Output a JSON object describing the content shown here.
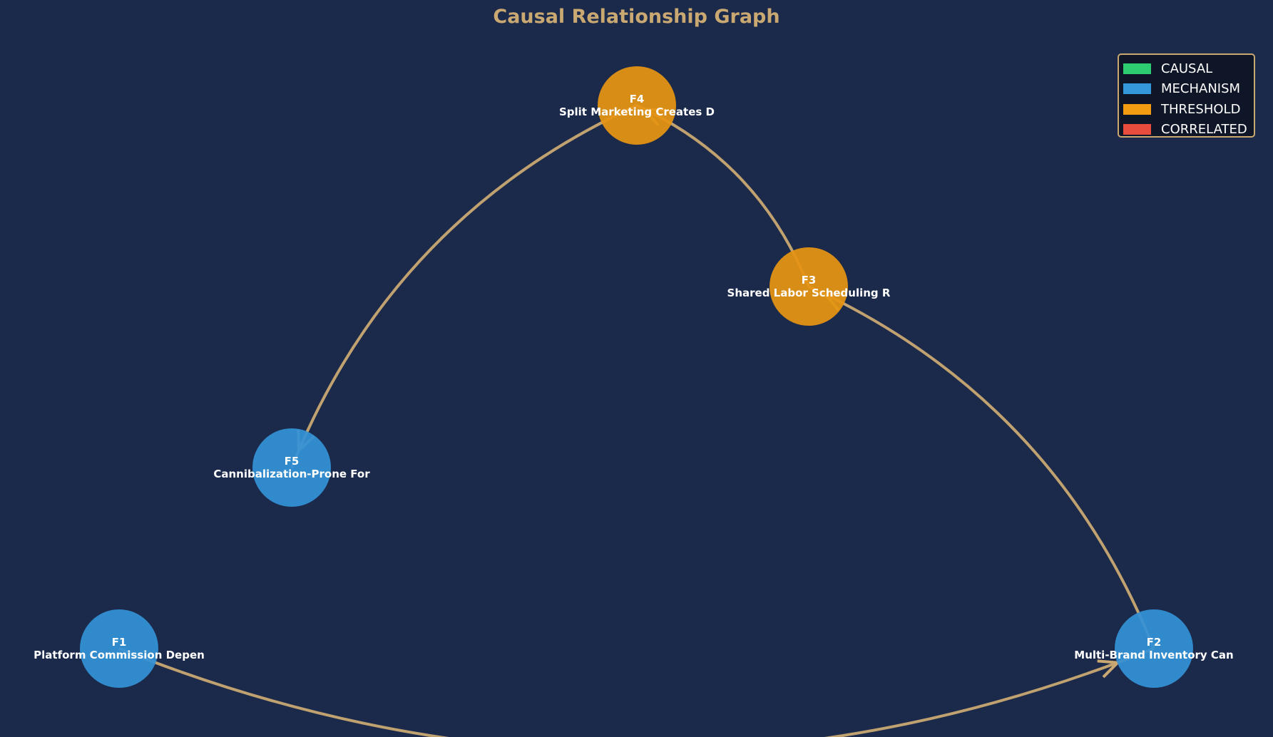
{
  "title": "Causal Relationship Graph",
  "colors": {
    "background": "#1b294a",
    "edge": "#c9a872",
    "mechanism": "#3391d6",
    "threshold": "#e69512",
    "legend_bg": "#0f1628",
    "legend_border": "#c9a872",
    "text": "#ffffff"
  },
  "legend": [
    {
      "label": "CAUSAL",
      "color": "#2ecc71"
    },
    {
      "label": "MECHANISM",
      "color": "#3498db"
    },
    {
      "label": "THRESHOLD",
      "color": "#f39c12"
    },
    {
      "label": "CORRELATED",
      "color": "#e74c3c"
    }
  ],
  "nodes": [
    {
      "id": "F1",
      "label": "Platform Commission Depen",
      "type": "MECHANISM"
    },
    {
      "id": "F2",
      "label": "Multi-Brand Inventory Can",
      "type": "MECHANISM"
    },
    {
      "id": "F3",
      "label": "Shared Labor Scheduling R",
      "type": "THRESHOLD"
    },
    {
      "id": "F4",
      "label": "Split Marketing Creates D",
      "type": "THRESHOLD"
    },
    {
      "id": "F5",
      "label": "Cannibalization-Prone For",
      "type": "MECHANISM"
    }
  ],
  "edges": [
    {
      "from": "F1",
      "to": "F2"
    },
    {
      "from": "F2",
      "to": "F3"
    },
    {
      "from": "F3",
      "to": "F4"
    },
    {
      "from": "F4",
      "to": "F5"
    }
  ]
}
